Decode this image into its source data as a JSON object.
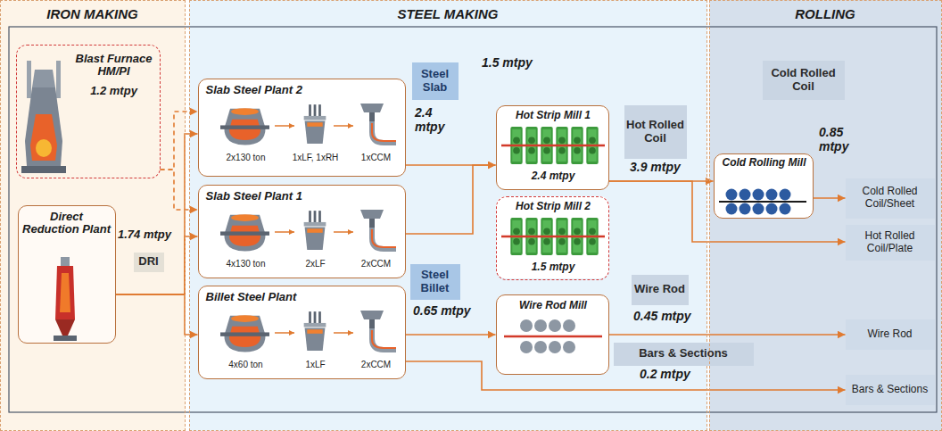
{
  "diagram": {
    "nodes": [
      {
        "text": [
          "IRON MAKING"
        ]
      },
      {
        "text": [
          "STEEL MAKING"
        ]
      },
      {
        "text": [
          "ROLLING"
        ]
      },
      {
        "text": [
          "Blast Furnace HM/PI",
          "1.2 mtpy"
        ],
        "in": 0
      },
      {
        "text": [
          "Direct Reduction Plant"
        ],
        "in": 0
      },
      {
        "text": [
          "DRI"
        ],
        "in": 0
      },
      {
        "text": [
          "Slab Steel Plant 2",
          "2x130 ton",
          "1xLF, 1xRH",
          "1xCCM"
        ],
        "in": 1
      },
      {
        "text": [
          "Slab Steel Plant 1",
          "4x130 ton",
          "2xLF",
          "2xCCM"
        ],
        "in": 1
      },
      {
        "text": [
          "Billet Steel Plant",
          "4x60 ton",
          "1xLF",
          "2xCCM"
        ],
        "in": 1
      },
      {
        "text": [
          "Steel Slab"
        ],
        "in": 1
      },
      {
        "text": [
          "Steel Billet"
        ],
        "in": 1
      },
      {
        "text": [
          "Hot Strip Mill 1",
          "2.4 mtpy"
        ],
        "in": 1
      },
      {
        "text": [
          "Hot Strip Mill 2",
          "1.5 mtpy"
        ],
        "in": 1
      },
      {
        "text": [
          "Wire Rod Mill"
        ],
        "in": 1
      },
      {
        "text": [
          "Hot Rolled Coil"
        ],
        "in": 1
      },
      {
        "text": [
          "Wire Rod"
        ],
        "in": 1
      },
      {
        "text": [
          "Bars & Sections"
        ],
        "in": 1
      },
      {
        "text": [
          "Cold Rolled Coil"
        ],
        "in": 2
      },
      {
        "text": [
          "Cold Rolling Mill"
        ],
        "in": 2
      },
      {
        "text": [
          "Cold Rolled Coil/Sheet"
        ],
        "in": 2
      },
      {
        "text": [
          "Hot Rolled Coil/Plate"
        ],
        "in": 2
      },
      {
        "text": [
          "Wire Rod"
        ],
        "in": 2
      },
      {
        "text": [
          "Bars & Sections"
        ],
        "in": 2
      }
    ],
    "edges": [
      {
        "from": 3,
        "to": 6,
        "arrow": "to"
      },
      {
        "from": 3,
        "to": 7,
        "arrow": "to"
      },
      {
        "from": 4,
        "to": 6,
        "arrow": "to"
      },
      {
        "from": 4,
        "to": 7,
        "arrow": "to"
      },
      {
        "from": 4,
        "to": 8,
        "arrow": "to"
      },
      {
        "from": 6,
        "to": 11,
        "arrow": "to"
      },
      {
        "from": 7,
        "to": 11,
        "arrow": "to"
      },
      {
        "from": 8,
        "to": 13,
        "arrow": "to"
      },
      {
        "from": 8,
        "to": 22,
        "arrow": "to"
      },
      {
        "from": 11,
        "to": 18,
        "arrow": "to"
      },
      {
        "from": 11,
        "to": 20,
        "arrow": "to"
      },
      {
        "from": 13,
        "to": 21,
        "arrow": "to"
      },
      {
        "from": 18,
        "to": 19,
        "arrow": "to"
      }
    ],
    "labels": [
      "1.5 mtpy",
      "2.4 mtpy",
      "1.74 mtpy",
      "0.65 mtpy",
      "3.9 mtpy",
      "0.85 mtpy",
      "0.45 mtpy",
      "0.2 mtpy"
    ]
  }
}
